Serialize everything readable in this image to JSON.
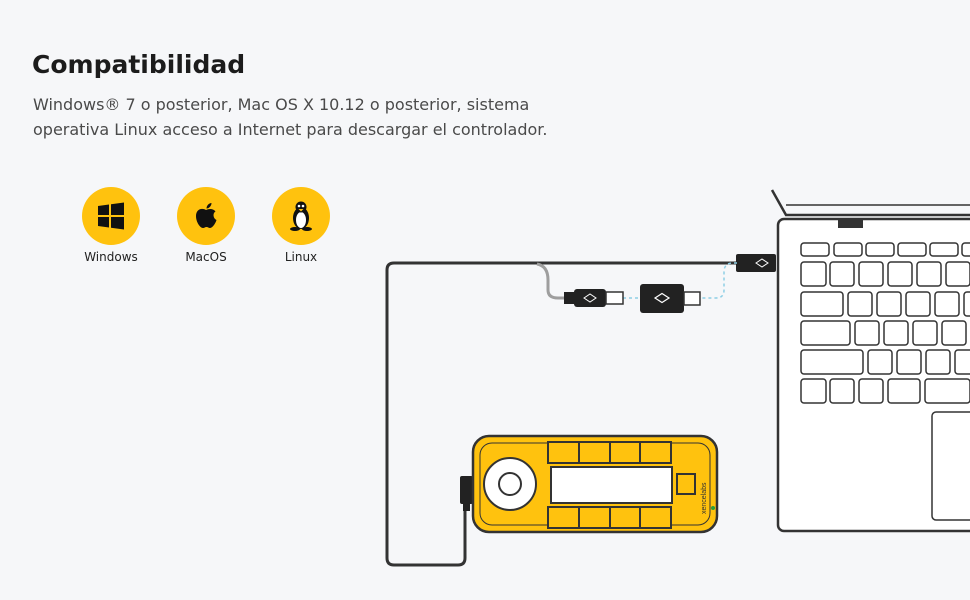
{
  "heading": "Compatibilidad",
  "description": "Windows® 7 o posterior, Mac OS X 10.12 o posterior, sistema operativa Linux acceso a Internet para descargar el controlador.",
  "os_list": [
    {
      "label": "Windows",
      "icon": "windows-icon"
    },
    {
      "label": "MacOS",
      "icon": "apple-icon"
    },
    {
      "label": "Linux",
      "icon": "linux-icon"
    }
  ],
  "device": {
    "brand": "xencelabs"
  },
  "colors": {
    "accent": "#ffc20e",
    "line": "#333333",
    "dashed": "#8ecfe6",
    "cable_gray": "#9e9e9e"
  }
}
